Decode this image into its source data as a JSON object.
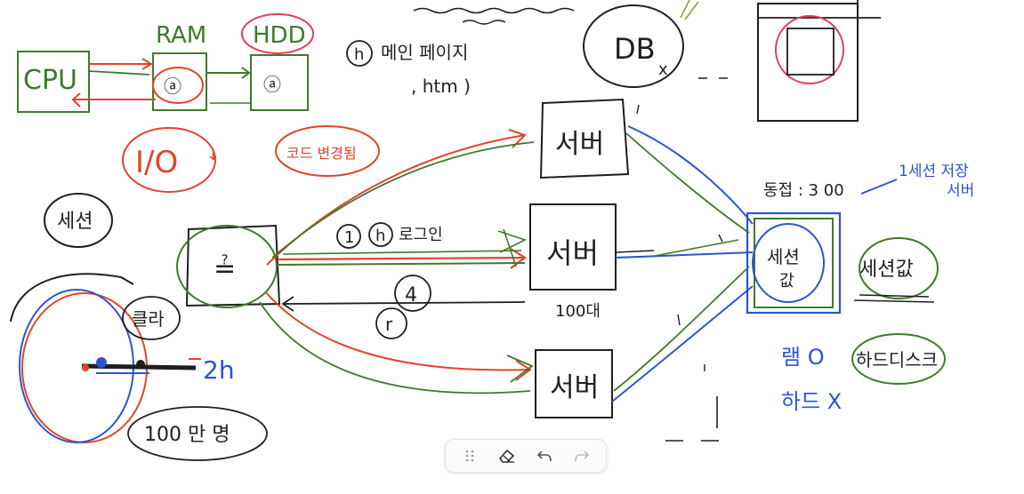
{
  "colors": {
    "ink": "#1f1f1f",
    "green": "#3e7a2c",
    "red": "#e0452a",
    "blue": "#2a55d0",
    "pink": "#e0405a",
    "toolbar_bg": "#fafafa"
  },
  "labels": {
    "cpu": "CPU",
    "ram": "RAM",
    "hdd": "HDD",
    "ram_item": "ⓐ",
    "hdd_item": "ⓐ",
    "io": "I/O",
    "io_mark": "↓",
    "main_num": "h",
    "main_text": "메인 페이지",
    "main_html": ", htm )",
    "db": "DB",
    "db_x": "x",
    "server_top": "서버",
    "server_mid": "서버",
    "server_bot": "서버",
    "count_100": "100대",
    "left_blob": "세션",
    "lb": "≟",
    "login_circle1": "1",
    "login_circle2": "h",
    "login_text": "로그인",
    "arrow_4": "4",
    "arrow_r": "r",
    "people_100": "100 만 명",
    "client_lbl": "클라",
    "two_h": "2h",
    "top_text1": "동접 : 3 00",
    "top_text2": "1세션 저장",
    "top_text3": "서버",
    "session_box": "세션",
    "session_box2": "값",
    "session_right": "세션값",
    "ram_o": "램 O",
    "hdd_right": "하드디스크",
    "hdd_x": "하드 X",
    "red_note": "코드 변경됨"
  },
  "toolbar": {
    "tools": [
      "drag-handle-icon",
      "eraser-icon",
      "undo-icon",
      "redo-icon"
    ]
  }
}
